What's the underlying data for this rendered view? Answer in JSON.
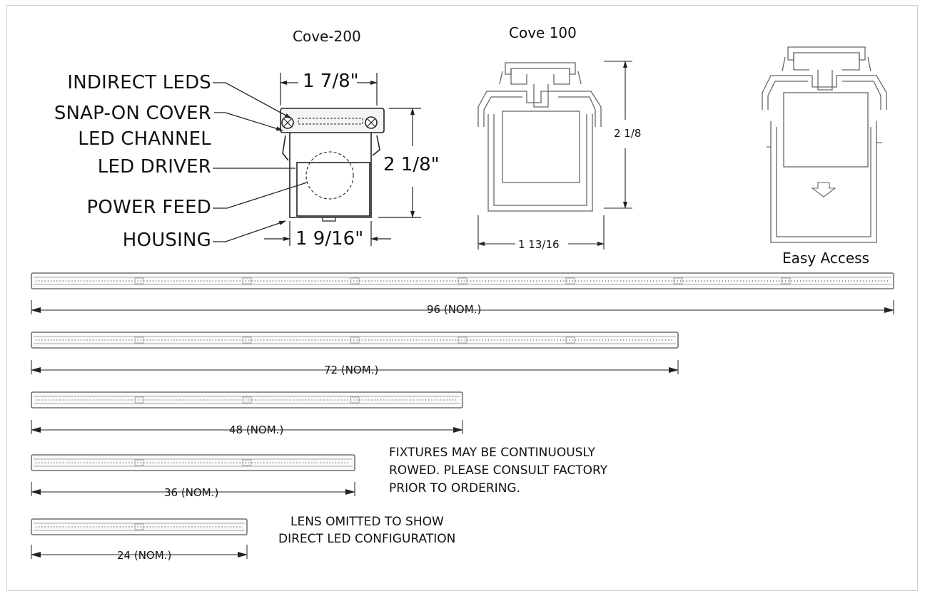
{
  "titles": {
    "cove200": "Cove-200",
    "cove100": "Cove 100",
    "easy_access": "Easy Access"
  },
  "callouts": [
    "INDIRECT LEDS",
    "SNAP-ON COVER",
    "LED CHANNEL",
    "LED DRIVER",
    "POWER FEED",
    "HOUSING"
  ],
  "cove200_dims": {
    "width_top": "1 7/8\"",
    "height": "2 1/8\"",
    "width_bottom": "1 9/16\""
  },
  "cove100_dims": {
    "height": "2 1/8",
    "width": "1 13/16"
  },
  "fixtures": [
    {
      "label": "96 (NOM.)",
      "length": 96
    },
    {
      "label": "72 (NOM.)",
      "length": 72
    },
    {
      "label": "48 (NOM.)",
      "length": 48
    },
    {
      "label": "36 (NOM.)",
      "length": 36
    },
    {
      "label": "24 (NOM.)",
      "length": 24
    }
  ],
  "notes": {
    "continuous": [
      "FIXTURES MAY BE CONTINUOUSLY",
      "ROWED. PLEASE CONSULT FACTORY",
      "PRIOR TO ORDERING."
    ],
    "lens": [
      "LENS OMITTED TO SHOW",
      "DIRECT LED CONFIGURATION"
    ]
  },
  "colors": {
    "line": "#222222",
    "light_line": "#777777",
    "frame": "#cfcfcf"
  }
}
